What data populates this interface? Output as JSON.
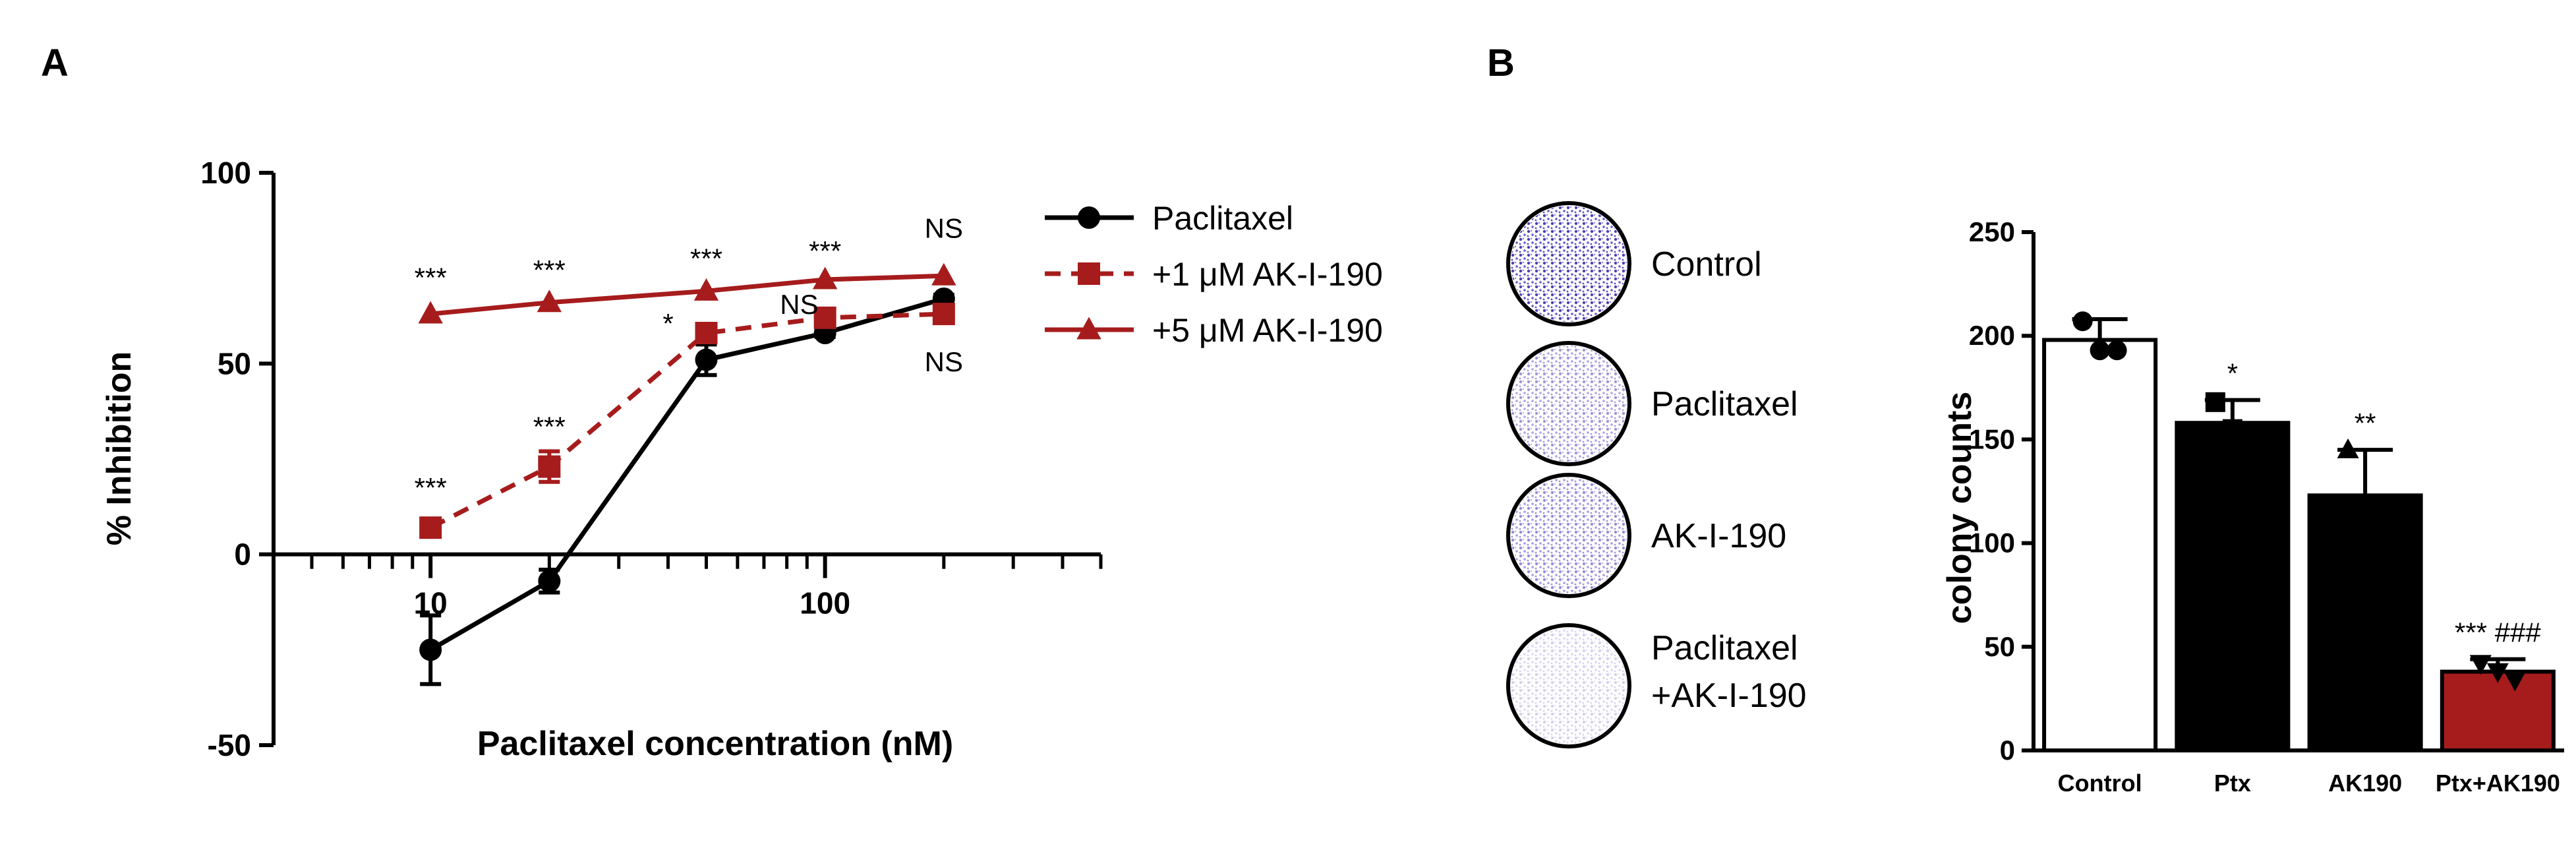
{
  "panels": {
    "a_letter": "A",
    "b_letter": "B"
  },
  "chart_data": [
    {
      "type": "line",
      "xlabel": "Paclitaxel concentration (nM)",
      "ylabel": "% Inhibition",
      "x_scale": "log",
      "xlim": [
        4,
        500
      ],
      "ylim": [
        -50,
        100
      ],
      "x_tick_labels": [
        "10",
        "100"
      ],
      "x_tick_values": [
        10,
        100
      ],
      "y_tick_labels": [
        "-50",
        "0",
        "50",
        "100"
      ],
      "y_tick_values": [
        -50,
        0,
        50,
        100
      ],
      "legend_position": "right",
      "series": [
        {
          "name": "Paclitaxel",
          "color": "#000000",
          "marker": "circle",
          "line": "solid",
          "x": [
            10,
            20,
            50,
            100,
            200
          ],
          "y": [
            -25,
            -7,
            51,
            58,
            67
          ],
          "err": [
            9,
            3,
            4,
            1,
            1
          ]
        },
        {
          "name": "+1 μM AK-I-190",
          "color": "#a61c1c",
          "marker": "square",
          "line": "dashed",
          "x": [
            10,
            20,
            50,
            100,
            200
          ],
          "y": [
            7,
            23,
            58,
            62,
            63
          ],
          "err": [
            1,
            4,
            1,
            2,
            1
          ]
        },
        {
          "name": "+5 μM AK-I-190",
          "color": "#a61c1c",
          "marker": "triangle",
          "line": "solid",
          "x": [
            10,
            20,
            50,
            100,
            200
          ],
          "y": [
            63,
            66,
            69,
            72,
            73
          ],
          "err": [
            0,
            0,
            0,
            0,
            0
          ]
        }
      ],
      "annotations": [
        {
          "text": "***",
          "x": 10,
          "y": 70
        },
        {
          "text": "***",
          "x": 20,
          "y": 72
        },
        {
          "text": "***",
          "x": 50,
          "y": 75
        },
        {
          "text": "***",
          "x": 100,
          "y": 77
        },
        {
          "text": "NS",
          "x": 200,
          "y": 83
        },
        {
          "text": "***",
          "x": 10,
          "y": 15
        },
        {
          "text": "***",
          "x": 20,
          "y": 31
        },
        {
          "text": "*",
          "x": 40,
          "y": 58
        },
        {
          "text": "NS",
          "x": 86,
          "y": 63
        },
        {
          "text": "NS",
          "x": 200,
          "y": 48
        }
      ]
    },
    {
      "type": "bar",
      "ylabel": "colony counts",
      "ylim": [
        0,
        250
      ],
      "y_tick_labels": [
        "0",
        "50",
        "100",
        "150",
        "200",
        "250"
      ],
      "y_tick_values": [
        0,
        50,
        100,
        150,
        200,
        250
      ],
      "categories": [
        "Control",
        "Ptx",
        "AK190",
        "Ptx+AK190"
      ],
      "values": [
        198,
        158,
        123,
        38
      ],
      "err": [
        10,
        11,
        22,
        6
      ],
      "bar_colors": [
        "#ffffff",
        "#000000",
        "#000000",
        "#a61c1c"
      ],
      "significance": [
        "",
        "*",
        "**",
        "*** ###"
      ],
      "points": [
        {
          "marker": "circle",
          "values": [
            207,
            193,
            193
          ]
        },
        {
          "marker": "square",
          "values": [
            168,
            155,
            152
          ]
        },
        {
          "marker": "triangle",
          "values": [
            145,
            118,
            106
          ]
        },
        {
          "marker": "triangle-down",
          "values": [
            42,
            38,
            34
          ]
        }
      ]
    }
  ],
  "plates": {
    "labels": [
      "Control",
      "Paclitaxel",
      "AK-I-190",
      "Paclitaxel",
      "+AK-I-190"
    ],
    "densities": [
      1.0,
      0.55,
      0.6,
      0.25
    ],
    "color": "#6a5acd"
  }
}
